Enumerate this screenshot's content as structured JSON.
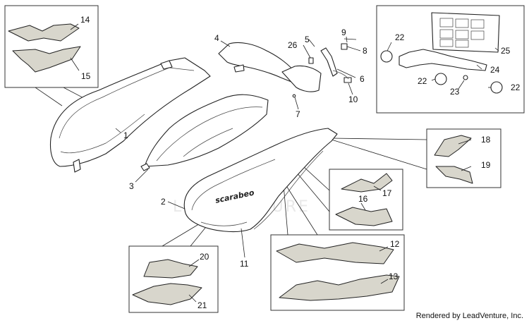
{
  "callouts": {
    "c1": "1",
    "c2": "2",
    "c3": "3",
    "c4": "4",
    "c5": "5",
    "c6": "6",
    "c7": "7",
    "c8": "8",
    "c9": "9",
    "c10": "10",
    "c11": "11",
    "c12": "12",
    "c13": "13",
    "c14": "14",
    "c15": "15",
    "c16": "16",
    "c17": "17",
    "c18": "18",
    "c19": "19",
    "c20": "20",
    "c21": "21",
    "c22a": "22",
    "c22b": "22",
    "c22c": "22",
    "c23": "23",
    "c24": "24",
    "c25": "25",
    "c26": "26"
  },
  "panel_logo": "scarabeo",
  "watermark": "LEADVENTURE",
  "footer": "Rendered by LeadVenture, Inc."
}
